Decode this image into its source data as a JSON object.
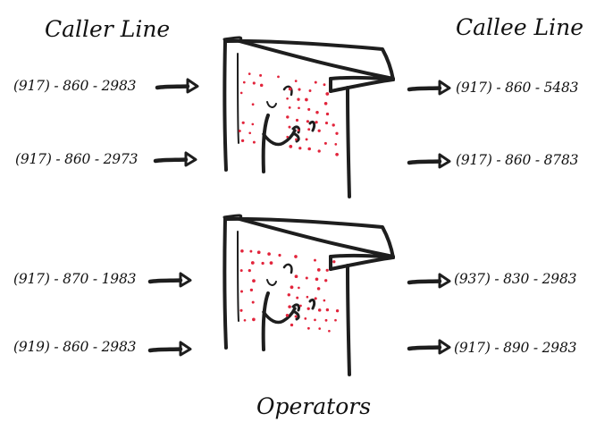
{
  "headings": {
    "caller": "Caller Line",
    "callee": "Callee Line",
    "operators": "Operators"
  },
  "switchboards": [
    {
      "caller_numbers": [
        "(917) - 860 - 2983",
        "(917) - 860 - 2973"
      ],
      "callee_numbers": [
        "(917) - 860 - 5483",
        "(917) - 860 - 8783"
      ]
    },
    {
      "caller_numbers": [
        "(917) - 870 - 1983",
        "(919) - 860 - 2983"
      ],
      "callee_numbers": [
        "(937) - 830 - 2983",
        "(917) - 890 - 2983"
      ]
    }
  ],
  "colors": {
    "ink": "#1e1e1e",
    "dot": "#e2243b"
  }
}
